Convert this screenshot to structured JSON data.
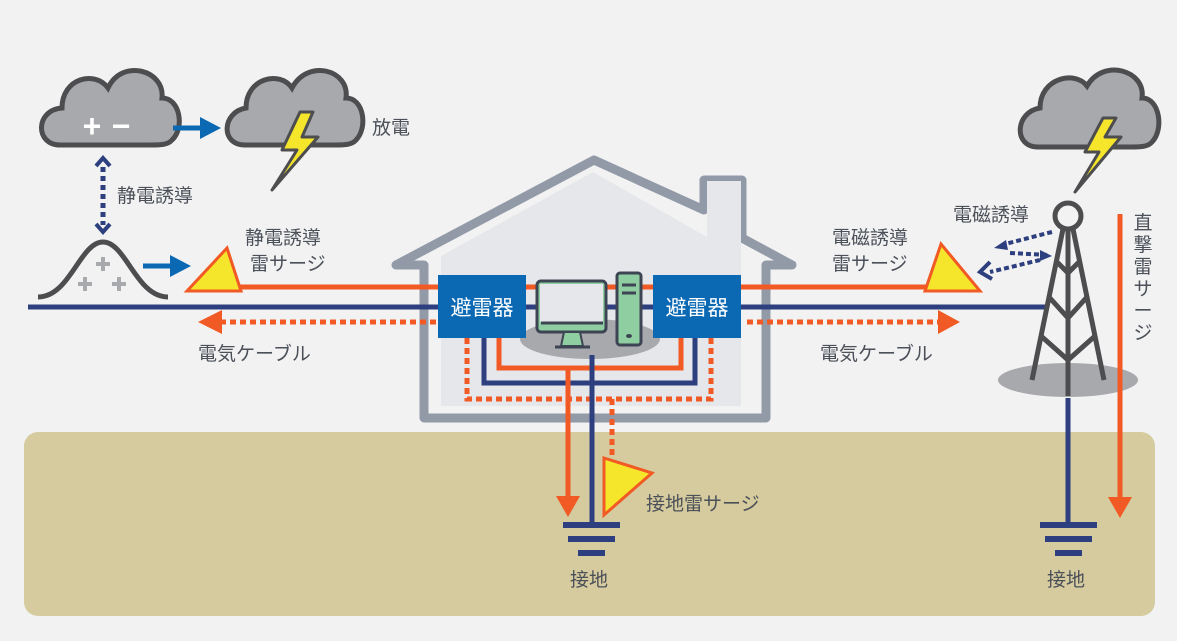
{
  "colors": {
    "background": "#f2f2f2",
    "ground": "#d6cb9e",
    "house_outline": "#929aa8",
    "house_fill": "#e6e7ea",
    "cable_orange": "#f15a24",
    "cable_navy": "#2e3f7f",
    "arrow_blue": "#0b68b3",
    "arrester_blue": "#0b68b3",
    "cloud_fill": "#a7a9ac",
    "cloud_stroke": "#4d4d4f",
    "bolt_yellow": "#f5e62b",
    "surge_yellow": "#f5e62b",
    "computer_green": "#8fcea1",
    "label_text": "#4b5059"
  },
  "labels": {
    "discharge": "放電",
    "electrostatic_induction": "静電誘導",
    "electrostatic_surge_line1": "静電誘導",
    "electrostatic_surge_line2": "雷サージ",
    "cable_left": "電気ケーブル",
    "cable_right": "電気ケーブル",
    "em_induction": "電磁誘導",
    "em_surge_line1": "電磁誘導",
    "em_surge_line2": "雷サージ",
    "direct_strike_surge": "直撃雷サージ",
    "ground_surge": "接地雷サージ",
    "ground_left": "接地",
    "ground_right": "接地"
  },
  "arresters": {
    "left": "避雷器",
    "right": "避雷器"
  },
  "cloud_charge": {
    "plus": "+",
    "minus": "−"
  }
}
